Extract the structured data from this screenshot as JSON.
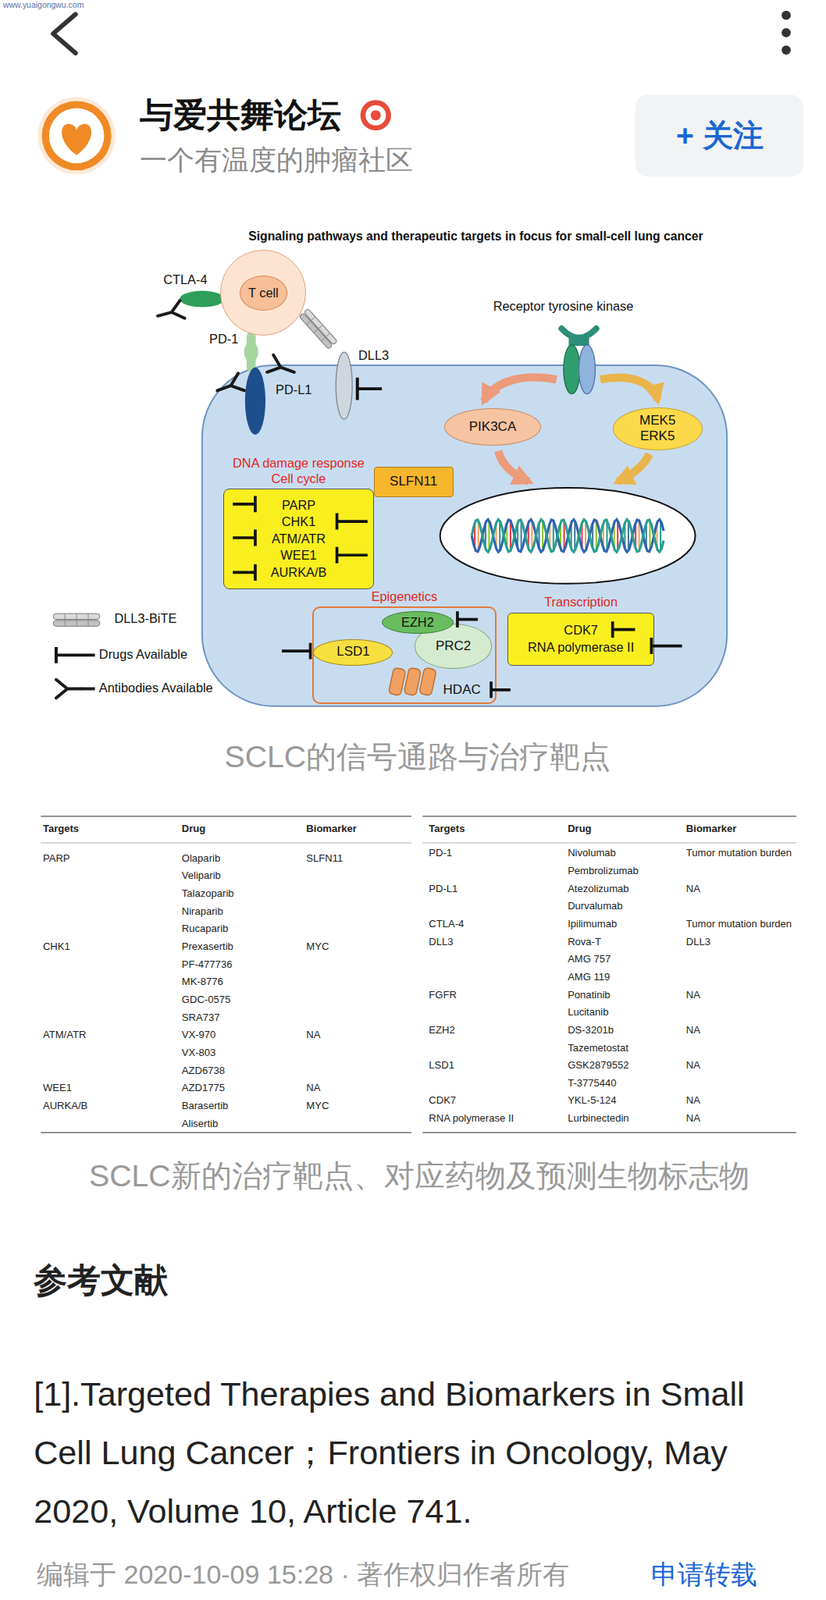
{
  "diagram": {
    "title": "Signaling pathways and therapeutic targets in focus for small-cell lung cancer",
    "caption": "SCLC的信号通路与治疗靶点",
    "nodes": [
      {
        "text": [
          "T cell"
        ]
      },
      {
        "text": [
          "PIK3CA"
        ]
      },
      {
        "text": [
          "MEK5 ERK5"
        ]
      },
      {
        "text": [
          "DNA damage response Cell cycle",
          "PARP",
          "CHK1",
          "ATM/ATR",
          "WEE1",
          "AURKA/B"
        ]
      },
      {
        "text": [
          "SLFN11"
        ]
      },
      {
        "text": [
          "Epigenetics"
        ]
      },
      {
        "text": [
          "EZH2"
        ],
        "in": 5
      },
      {
        "text": [
          "PRC2"
        ],
        "in": 5
      },
      {
        "text": [
          "LSD1"
        ],
        "in": 5
      },
      {
        "text": [
          "Transcription",
          "CDK7",
          "RNA polymerase II"
        ]
      }
    ],
    "labels": [
      "www.yuaigongwu.com",
      "与爱共舞论坛",
      "一个有温度的肿瘤社区",
      "+ 关注",
      "CTLA-4",
      "PD-1",
      "PD-L1",
      "DLL3",
      "Receptor tyrosine kinase",
      "HDAC",
      "SCLC新的治疗靶点、对应药物及预测生物标志物",
      "参考文献",
      "[1].Targeted Therapies and Biomarkers in Small Cell Lung Cancer；Frontiers in Oncology, May 2020, Volume 10, Article 741.",
      "编辑于 2020-10-09 15:28 · 著作权归作者所有",
      "申请转载",
      "Targets",
      "Drug",
      "Biomarker",
      "PARP",
      "Olaparib",
      "SLFN11",
      "Veliparib",
      "Talazoparib",
      "Niraparib",
      "Rucaparib",
      "CHK1",
      "Prexasertib",
      "MYC",
      "PF-477736",
      "MK-8776",
      "GDC-0575",
      "SRA737",
      "ATM/ATR",
      "VX-970",
      "NA",
      "VX-803",
      "AZD6738",
      "WEE1",
      "AZD1775",
      "NA",
      "AURKA/B",
      "Barasertib",
      "MYC",
      "Alisertib",
      "Targets",
      "Drug",
      "Biomarker",
      "PD-1",
      "Nivolumab",
      "Tumor mutation burden",
      "Pembrolizumab",
      "PD-L1",
      "Atezolizumab",
      "NA",
      "Durvalumab",
      "CTLA-4",
      "Ipilimumab",
      "Tumor mutation burden",
      "DLL3",
      "Rova-T",
      "DLL3",
      "AMG 757",
      "AMG 119",
      "FGFR",
      "Ponatinib",
      "NA",
      "Lucitanib",
      "EZH2",
      "DS-3201b",
      "NA",
      "Tazemetostat",
      "LSD1",
      "GSK2879552",
      "NA",
      "T-3775440",
      "CDK7",
      "YKL-5-124",
      "NA",
      "RNA polymerase II",
      "Lurbinectedin",
      "NA"
    ],
    "legend": [
      {
        "text": "DLL3-BiTE"
      },
      {
        "text": "Drugs Available"
      },
      {
        "text": "Antibodies Available"
      }
    ]
  }
}
